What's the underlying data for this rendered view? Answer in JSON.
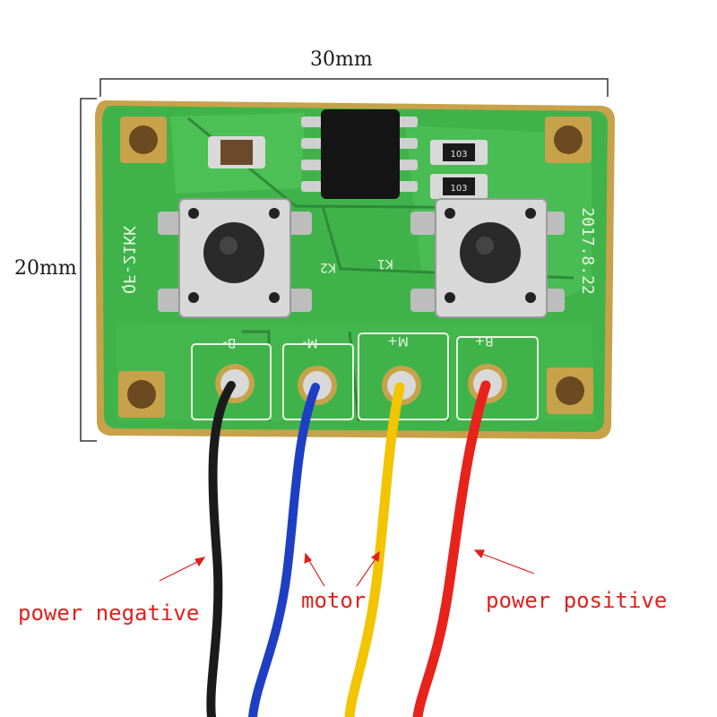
{
  "dimensions": {
    "width_label": "30mm",
    "height_label": "20mm"
  },
  "board": {
    "silkscreen_left": "QF-21KK",
    "silkscreen_date": "2017.8.22",
    "button_labels": [
      "K2",
      "K1"
    ],
    "resistor_codes": [
      "103",
      "103"
    ],
    "pad_labels": [
      "B-",
      "M-",
      "M+",
      "B+"
    ]
  },
  "wires": [
    {
      "name": "black",
      "color": "#1b1b1b"
    },
    {
      "name": "blue",
      "color": "#1e3fc4"
    },
    {
      "name": "yellow",
      "color": "#f3c400"
    },
    {
      "name": "red",
      "color": "#e8231c"
    }
  ],
  "callouts": {
    "power_negative": "power negative",
    "motor": "motor",
    "power_positive": "power positive"
  },
  "colors": {
    "pcb_green": "#3fb34a",
    "pcb_edge": "#c7a24a",
    "callout_red": "#e0201c"
  }
}
